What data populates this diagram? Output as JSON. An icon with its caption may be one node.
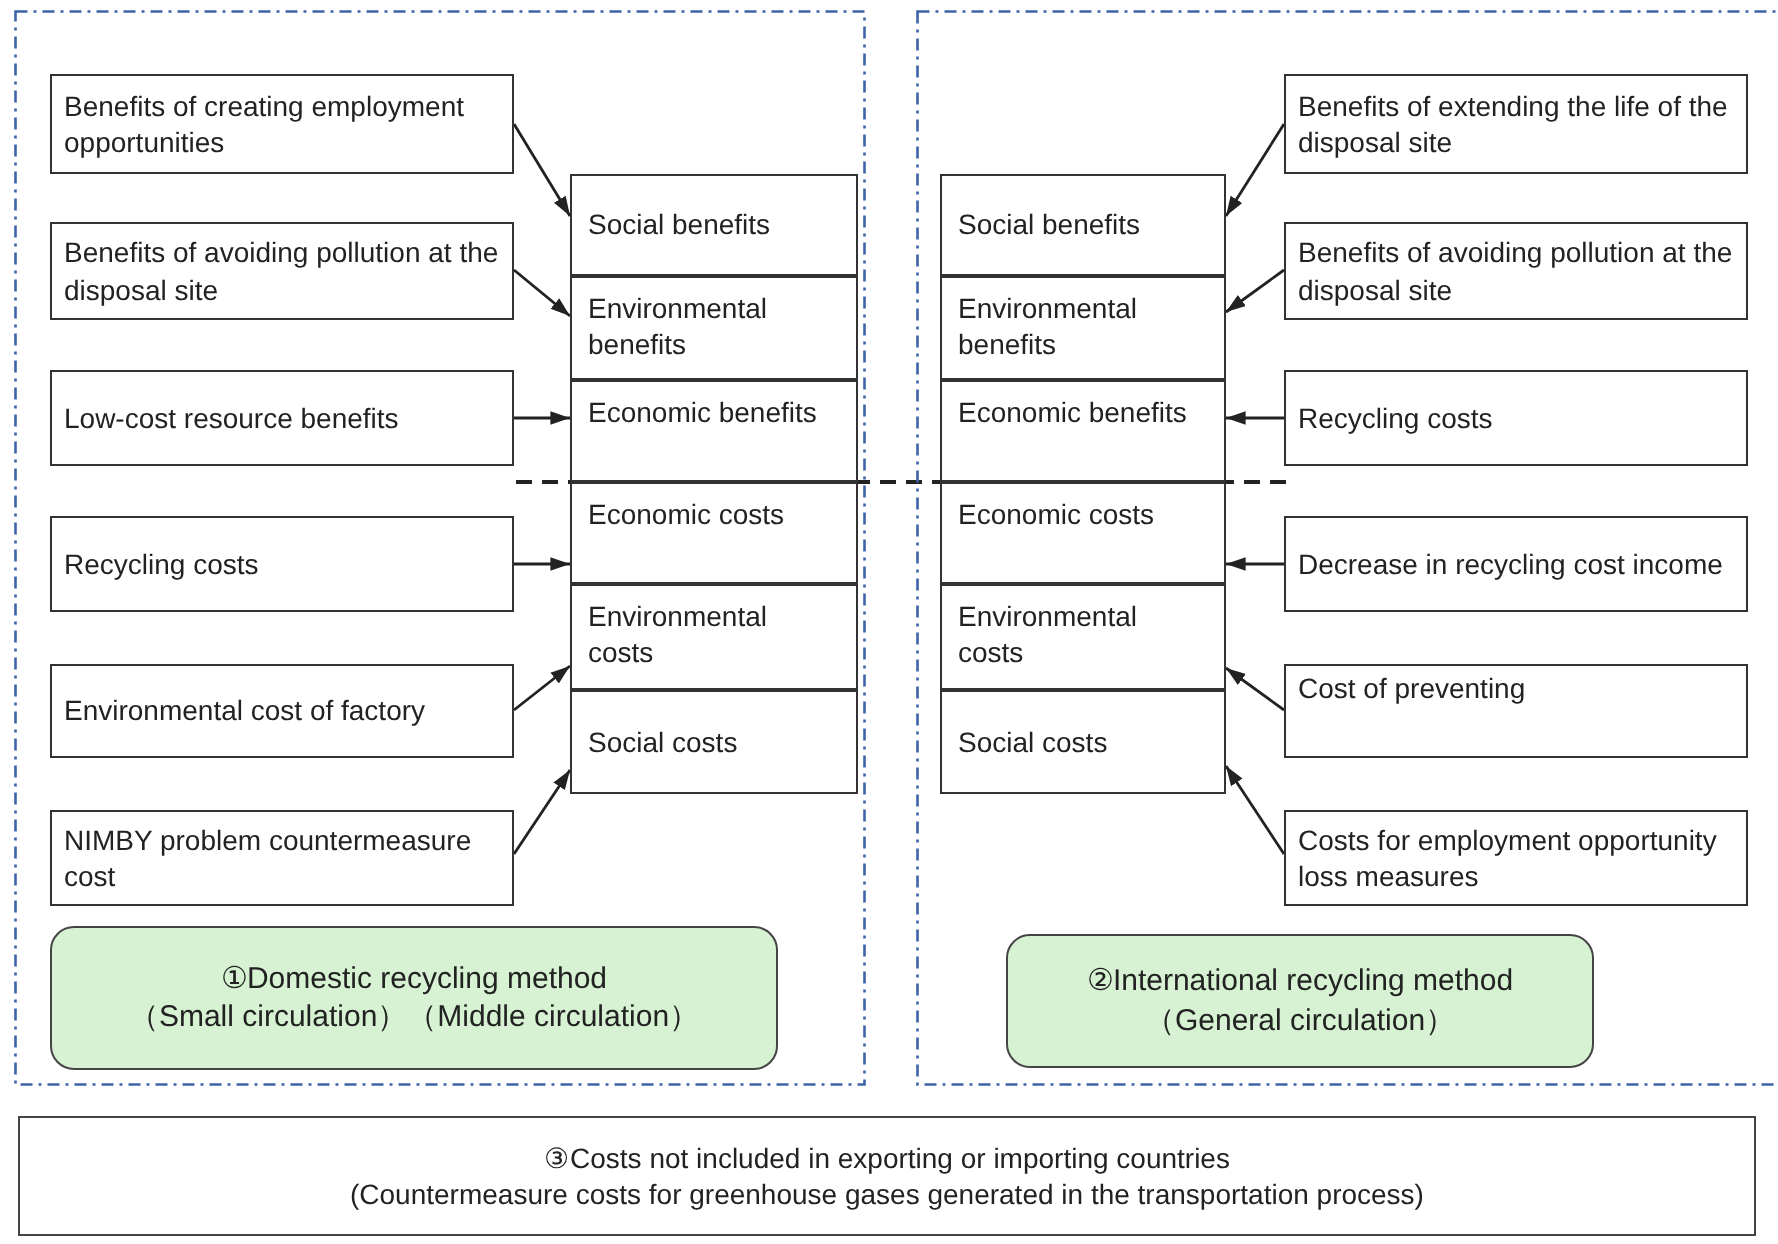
{
  "diagram": {
    "nodes": [
      {
        "text": [],
        "shape": "box"
      },
      {
        "text": [
          "Benefits of creating employment opportunities"
        ],
        "in": 0
      },
      {
        "text": [
          "Benefits of avoiding pollution at the disposal site"
        ],
        "in": 0
      },
      {
        "text": [
          "Low-cost resource benefits"
        ],
        "in": 0
      },
      {
        "text": [
          "Recycling costs"
        ],
        "in": 0
      },
      {
        "text": [
          "Environmental cost of factory"
        ],
        "in": 0
      },
      {
        "text": [
          "NIMBY problem countermeasure cost"
        ],
        "in": 0
      },
      {
        "text": [
          "Social benefits"
        ],
        "in": 0
      },
      {
        "text": [
          "Environmental benefits"
        ],
        "in": 0
      },
      {
        "text": [
          "Economic benefits"
        ],
        "in": 0
      },
      {
        "text": [
          "Economic costs"
        ],
        "in": 0
      },
      {
        "text": [
          "Environmental costs"
        ],
        "in": 0
      },
      {
        "text": [
          "Social costs"
        ],
        "in": 0
      },
      {
        "text": [
          "①Domestic recycling method",
          "（Small circulation）（Middle circulation）"
        ],
        "in": 0
      },
      {
        "text": [],
        "shape": "box"
      },
      {
        "text": [
          "Social benefits"
        ],
        "in": 14
      },
      {
        "text": [
          "Environmental benefits"
        ],
        "in": 14
      },
      {
        "text": [
          "Economic benefits"
        ],
        "in": 14
      },
      {
        "text": [
          "Economic costs"
        ],
        "in": 14
      },
      {
        "text": [
          "Environmental costs"
        ],
        "in": 14
      },
      {
        "text": [
          "Social costs"
        ],
        "in": 14
      },
      {
        "text": [
          "Benefits of extending the life of the disposal site"
        ],
        "in": 14
      },
      {
        "text": [
          "Benefits of avoiding pollution at the disposal site"
        ],
        "in": 14
      },
      {
        "text": [
          "Recycling costs"
        ],
        "in": 14
      },
      {
        "text": [
          "Decrease in recycling cost income"
        ],
        "in": 14
      },
      {
        "text": [
          "Cost of preventing"
        ],
        "in": 14
      },
      {
        "text": [
          "Costs for employment opportunity loss measures"
        ],
        "in": 14
      },
      {
        "text": [
          "②International recycling method",
          "（General circulation）"
        ],
        "in": 14
      },
      {
        "text": [
          "③Costs not included in exporting or importing countries",
          "(Countermeasure costs for greenhouse gases generated in the transportation process)"
        ]
      }
    ],
    "edges": [
      {
        "from": 1,
        "to": 7,
        "arrow": "to"
      },
      {
        "from": 2,
        "to": 8,
        "arrow": "to"
      },
      {
        "from": 3,
        "to": 9,
        "arrow": "to"
      },
      {
        "from": 4,
        "to": 10,
        "arrow": "to"
      },
      {
        "from": 5,
        "to": 11,
        "arrow": "to"
      },
      {
        "from": 6,
        "to": 12,
        "arrow": "to"
      },
      {
        "from": 21,
        "to": 15,
        "arrow": "to"
      },
      {
        "from": 22,
        "to": 16,
        "arrow": "to"
      },
      {
        "from": 23,
        "to": 17,
        "arrow": "to"
      },
      {
        "from": 24,
        "to": 18,
        "arrow": "to"
      },
      {
        "from": 25,
        "to": 19,
        "arrow": "to"
      },
      {
        "from": 26,
        "to": 20,
        "arrow": "to"
      }
    ]
  }
}
